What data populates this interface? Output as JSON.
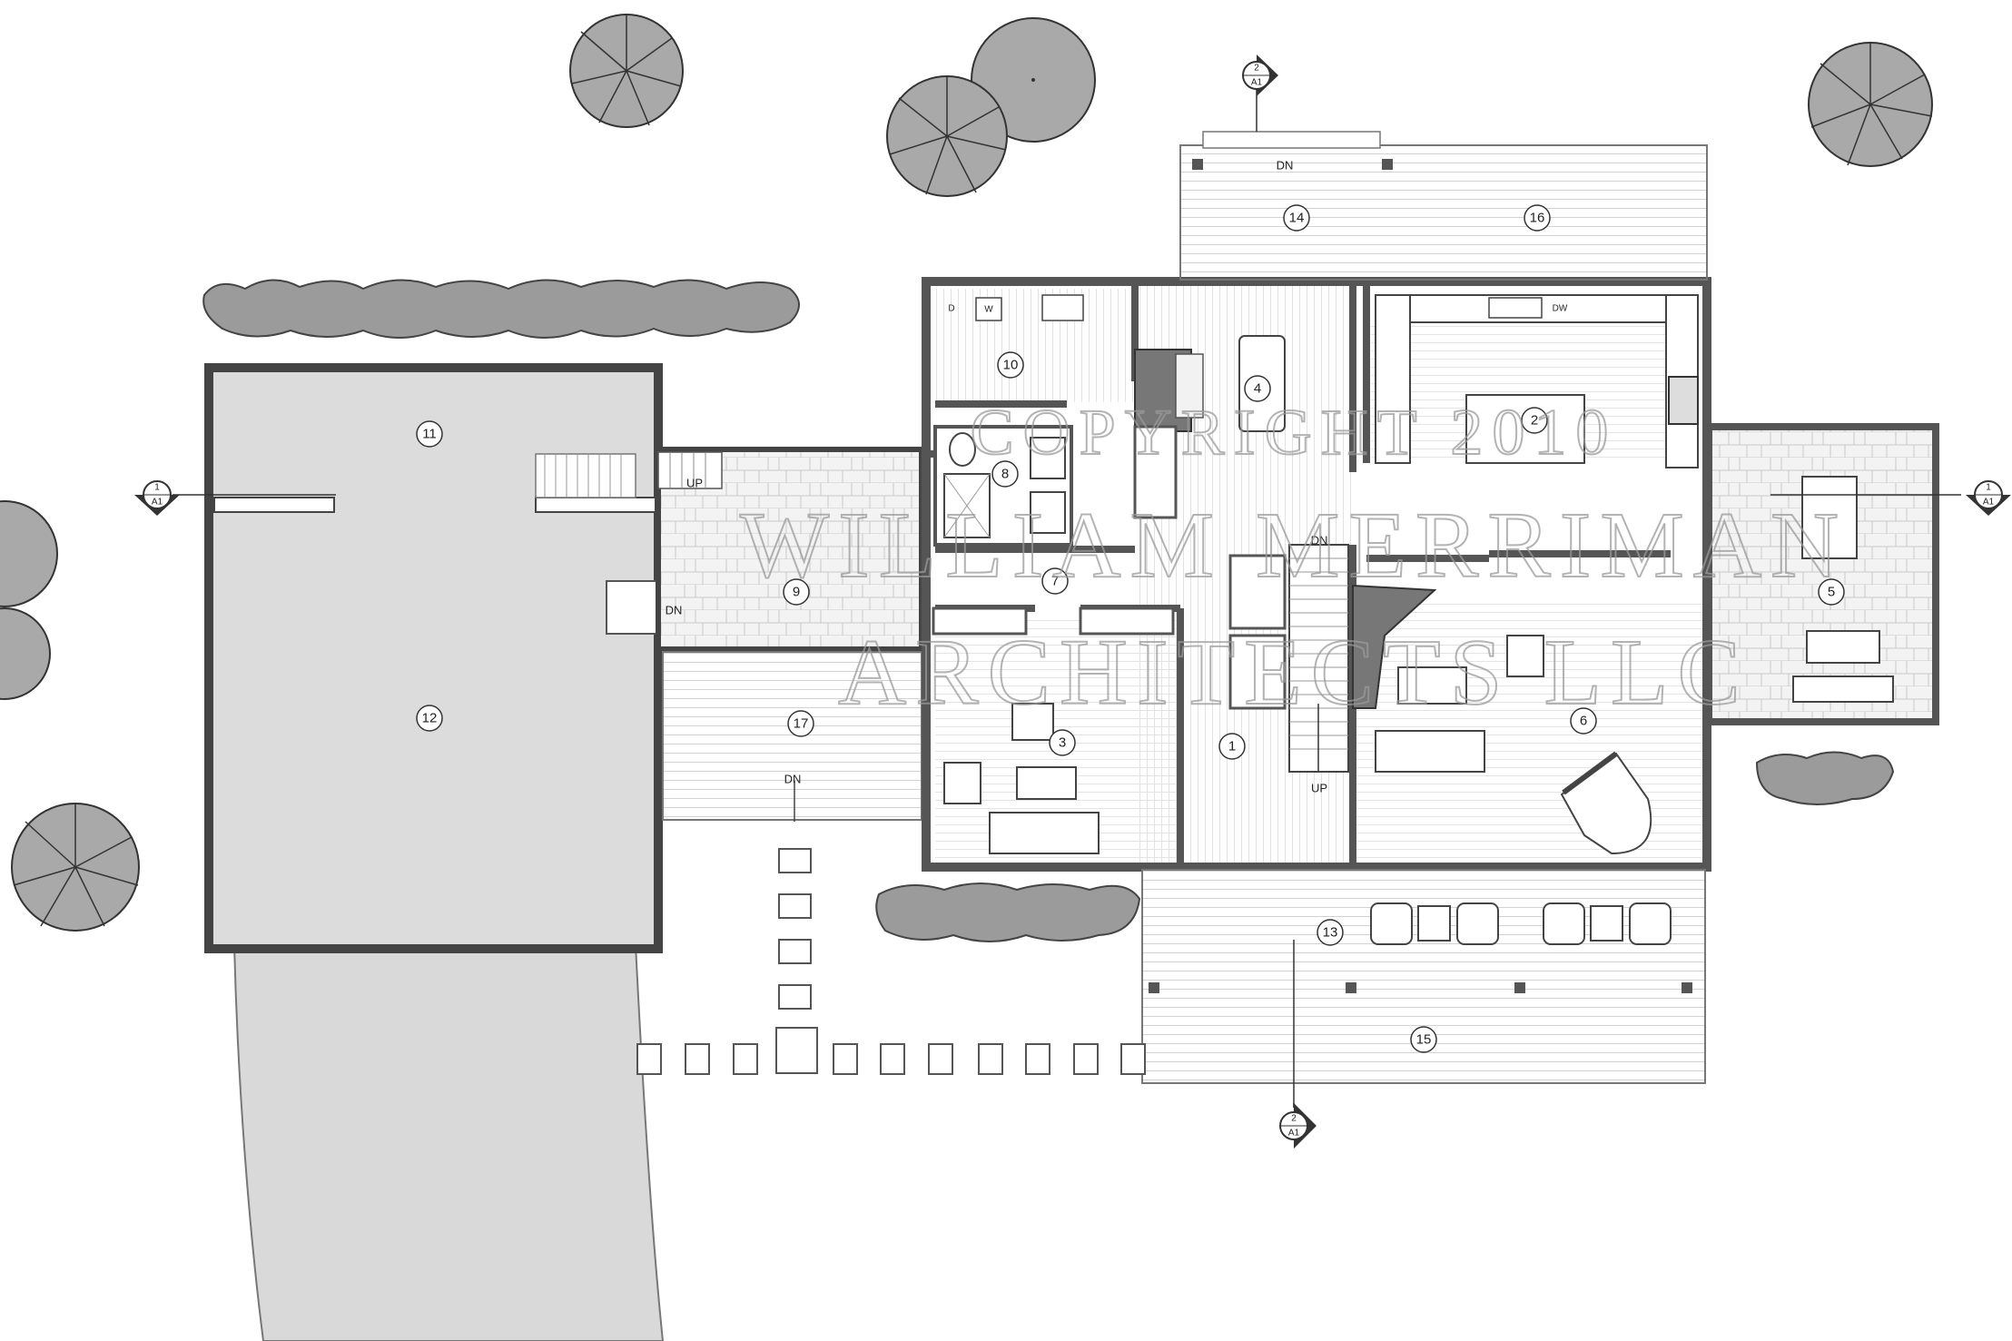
{
  "rooms": [
    {
      "id": "room-1",
      "label": "1"
    },
    {
      "id": "room-2",
      "label": "2"
    },
    {
      "id": "room-3",
      "label": "3"
    },
    {
      "id": "room-4",
      "label": "4"
    },
    {
      "id": "room-5",
      "label": "5"
    },
    {
      "id": "room-6",
      "label": "6"
    },
    {
      "id": "room-7",
      "label": "7"
    },
    {
      "id": "room-8",
      "label": "8"
    },
    {
      "id": "room-9",
      "label": "9"
    },
    {
      "id": "room-10",
      "label": "10"
    },
    {
      "id": "room-11",
      "label": "11"
    },
    {
      "id": "room-12",
      "label": "12"
    },
    {
      "id": "room-13",
      "label": "13"
    },
    {
      "id": "room-14",
      "label": "14"
    },
    {
      "id": "room-15",
      "label": "15"
    },
    {
      "id": "room-16",
      "label": "16"
    },
    {
      "id": "room-17",
      "label": "17"
    }
  ],
  "stair_labels": {
    "up": "UP",
    "down": "DN"
  },
  "appliances": {
    "dryer": "D",
    "washer": "W",
    "dishwasher": "DW"
  },
  "section_markers": {
    "top": {
      "number": "2",
      "sheet": "A1"
    },
    "bottom": {
      "number": "2",
      "sheet": "A1"
    },
    "left": {
      "number": "1",
      "sheet": "A1"
    },
    "right": {
      "number": "1",
      "sheet": "A1"
    }
  },
  "watermark": {
    "line1": "COPYRIGHT 2010",
    "line2": "WILLIAM MERRIMAN",
    "line3": "ARCHITECTS LLC"
  },
  "colors": {
    "wall": "#555555",
    "garage_floor": "#dcdcdc",
    "driveway": "#d9d9d9",
    "tree": "#a9a9a9",
    "shrub": "#9b9b9b",
    "deck_line": "#cfcfcf",
    "watermark": "#9a9a9a"
  }
}
